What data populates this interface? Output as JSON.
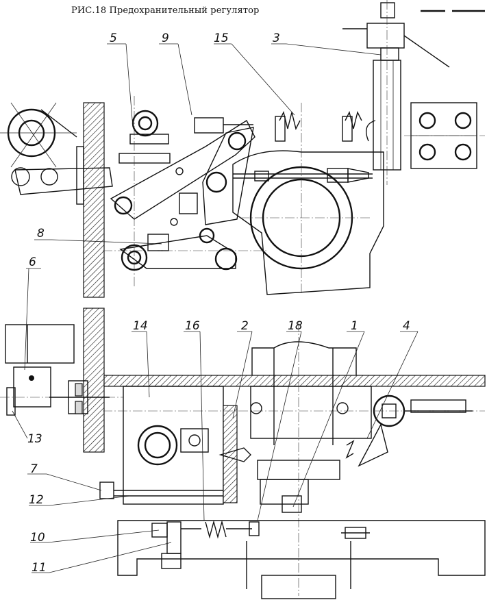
{
  "title": "РИС.18 Предохранительный регулятор",
  "callouts": [
    "5",
    "9",
    "15",
    "3",
    "8",
    "6",
    "14",
    "16",
    "2",
    "18",
    "1",
    "4",
    "13",
    "7",
    "12",
    "10",
    "11"
  ]
}
